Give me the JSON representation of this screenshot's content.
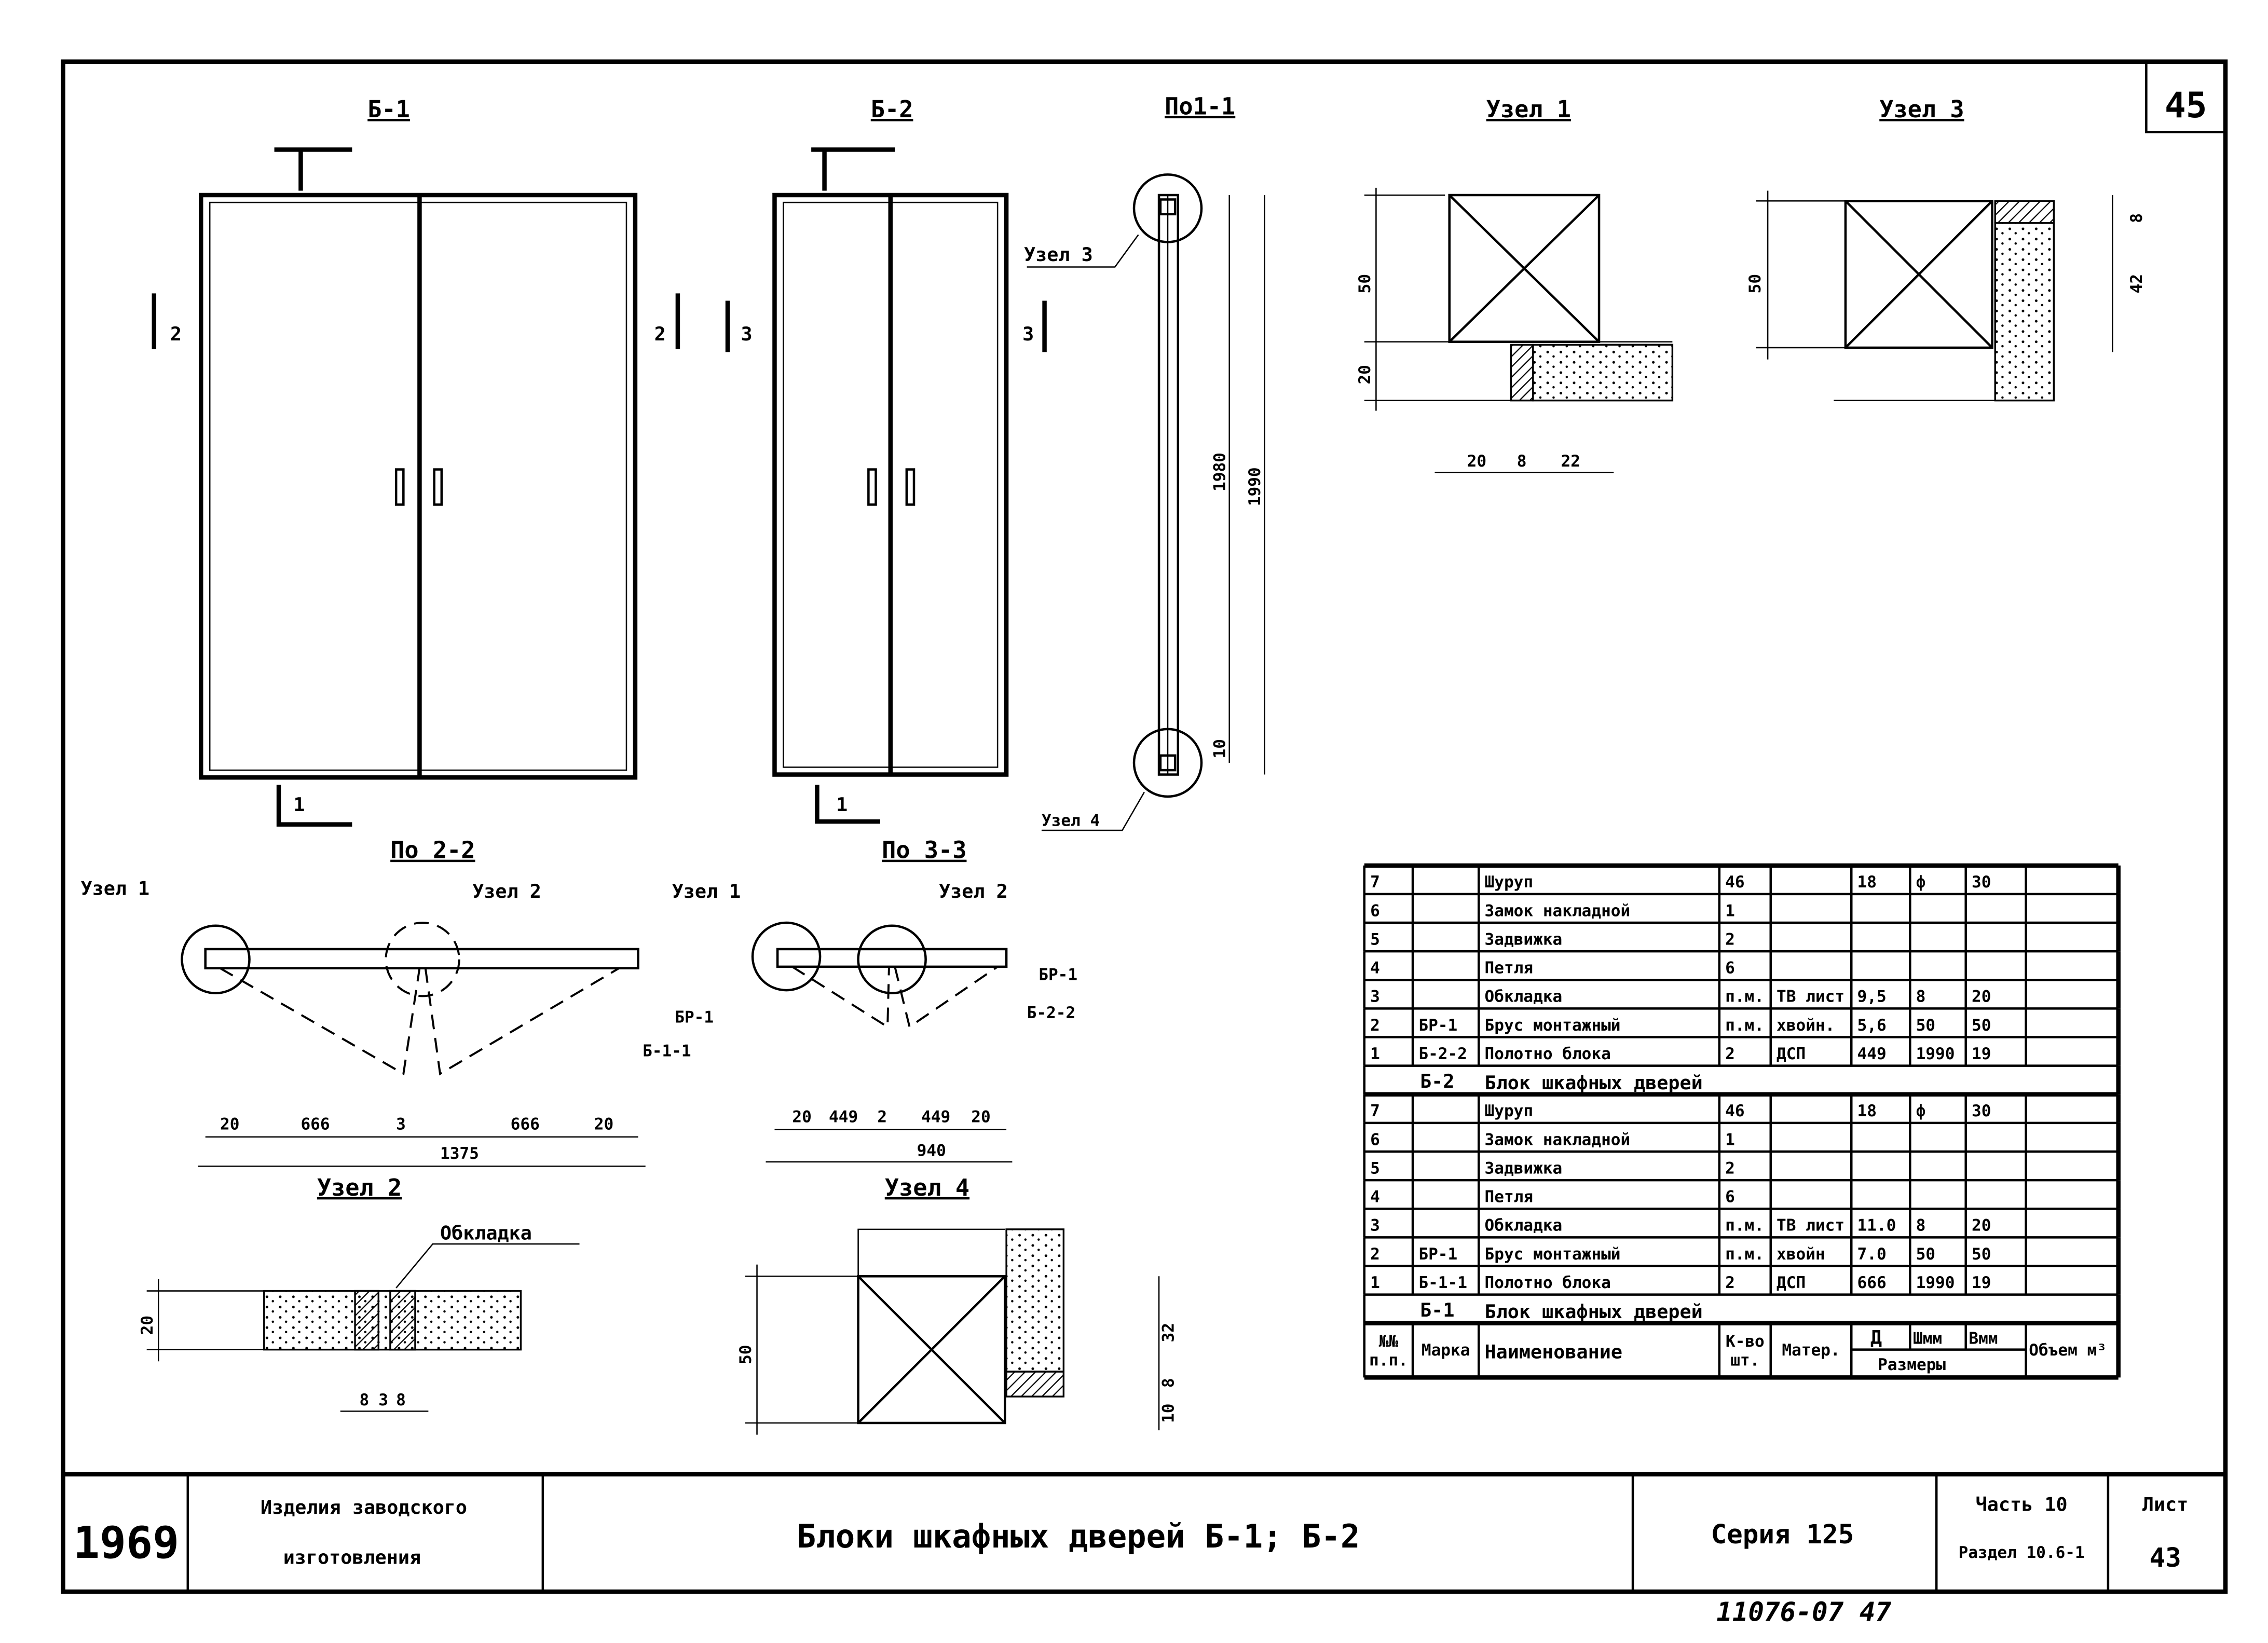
{
  "sheet_number": "45",
  "views": {
    "b1": "Б-1",
    "b2": "Б-2",
    "po11": "По1-1",
    "uzel1": "Узел 1",
    "uzel3": "Узел 3",
    "po22": "По 2-2",
    "po33": "По 3-3",
    "uzel2": "Узел 2",
    "uzel4": "Узел 4"
  },
  "callouts": {
    "uzel1_a": "Узел 1",
    "uzel2_a": "Узел 2",
    "uzel1_b": "Узел 1",
    "uzel2_b": "Узел 2",
    "uzel3": "Узел 3",
    "uzel4": "Узел 4",
    "br1_a": "БР-1",
    "b11": "Б-1-1",
    "br1_b": "БР-1",
    "b22": "Б-2-2",
    "obkladka": "Обкладка"
  },
  "section_marks": {
    "s1": "1",
    "s2": "2",
    "s3": "3"
  },
  "dims": {
    "po11_h1": "1980",
    "po11_h2": "1990",
    "po11_10": "10",
    "u1_50": "50",
    "u1_20": "20",
    "u1_w": [
      "20",
      "8",
      "22"
    ],
    "u3_50": "50",
    "u3_8": "8",
    "u3_42": "42",
    "p22": [
      "20",
      "666",
      "3",
      "666",
      "20"
    ],
    "p22_total": "1375",
    "p33": [
      "20",
      "449",
      "2",
      "449",
      "20"
    ],
    "p33_total": "940",
    "u2_20": "20",
    "u2_w": [
      "8",
      "3",
      "8"
    ],
    "u4_50": "50",
    "u4_32": "32",
    "u4_10": "10",
    "u4_8": "8"
  },
  "spec_table": {
    "header": {
      "num": "№№ п.п.",
      "mark": "Марка",
      "name": "Наименование",
      "qty": "К-во шт.",
      "material": "Матер.",
      "d": "Д",
      "w": "Шмм",
      "b": "Вмм",
      "sizes": "Размеры",
      "volume": "Объем м³"
    },
    "groups": [
      {
        "mark": "Б-2",
        "title": "Блок шкафных дверей",
        "rows": [
          [
            "7",
            "",
            "Шуруп",
            "46",
            "",
            "18",
            "ф",
            "30",
            ""
          ],
          [
            "6",
            "",
            "Замок накладной",
            "1",
            "",
            "",
            "",
            "",
            ""
          ],
          [
            "5",
            "",
            "Задвижка",
            "2",
            "",
            "",
            "",
            "",
            ""
          ],
          [
            "4",
            "",
            "Петля",
            "6",
            "",
            "",
            "",
            "",
            ""
          ],
          [
            "3",
            "",
            "Обкладка",
            "п.м.",
            "ТВ лист",
            "9,5",
            "8",
            "20",
            ""
          ],
          [
            "2",
            "БР-1",
            "Брус монтажный",
            "п.м.",
            "хвойн.",
            "5,6",
            "50",
            "50",
            ""
          ],
          [
            "1",
            "Б-2-2",
            "Полотно блока",
            "2",
            "ДСП",
            "449",
            "1990",
            "19",
            ""
          ]
        ]
      },
      {
        "mark": "Б-1",
        "title": "Блок шкафных дверей",
        "rows": [
          [
            "7",
            "",
            "Шуруп",
            "46",
            "",
            "18",
            "ф",
            "30",
            ""
          ],
          [
            "6",
            "",
            "Замок накладной",
            "1",
            "",
            "",
            "",
            "",
            ""
          ],
          [
            "5",
            "",
            "Задвижка",
            "2",
            "",
            "",
            "",
            "",
            ""
          ],
          [
            "4",
            "",
            "Петля",
            "6",
            "",
            "",
            "",
            "",
            ""
          ],
          [
            "3",
            "",
            "Обкладка",
            "п.м.",
            "ТВ лист",
            "11.0",
            "8",
            "20",
            ""
          ],
          [
            "2",
            "БР-1",
            "Брус монтажный",
            "п.м.",
            "хвойн",
            "7.0",
            "50",
            "50",
            ""
          ],
          [
            "1",
            "Б-1-1",
            "Полотно блока",
            "2",
            "ДСП",
            "666",
            "1990",
            "19",
            ""
          ]
        ]
      }
    ]
  },
  "title_block": {
    "year": "1969",
    "category_line1": "Изделия заводского",
    "category_line2": "изготовления",
    "title": "Блоки шкафных дверей Б-1; Б-2",
    "series": "Серия 125",
    "part": "Часть 10",
    "section": "Раздел 10.6-1",
    "sheet_label": "Лист",
    "sheet": "43"
  },
  "archive_number": "11076-07 47"
}
